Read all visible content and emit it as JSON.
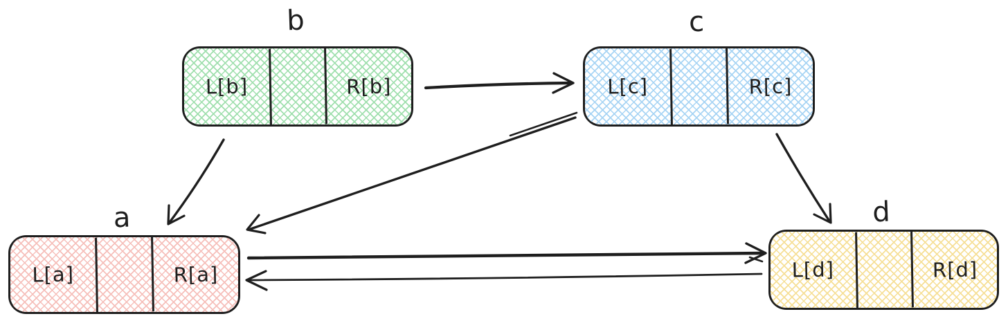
{
  "diagram": {
    "title": "",
    "stroke_color": "#1e1e1e",
    "background": "#ffffff",
    "nodes": [
      {
        "id": "a",
        "label": "a",
        "left_cell": "L[a]",
        "middle_cell": "",
        "right_cell": "R[a]",
        "color": "#f6bfba"
      },
      {
        "id": "b",
        "label": "b",
        "left_cell": "L[b]",
        "middle_cell": "",
        "right_cell": "R[b]",
        "color": "#9fdfad"
      },
      {
        "id": "c",
        "label": "c",
        "left_cell": "L[c]",
        "middle_cell": "",
        "right_cell": "R[c]",
        "color": "#a7d4f4"
      },
      {
        "id": "d",
        "label": "d",
        "left_cell": "L[d]",
        "middle_cell": "",
        "right_cell": "R[d]",
        "color": "#f6df96"
      }
    ],
    "edges": [
      {
        "from": "b",
        "to": "c"
      },
      {
        "from": "b",
        "to": "a"
      },
      {
        "from": "c",
        "to": "a"
      },
      {
        "from": "c",
        "to": "d"
      },
      {
        "from": "a",
        "to": "d"
      },
      {
        "from": "d",
        "to": "a"
      }
    ]
  }
}
